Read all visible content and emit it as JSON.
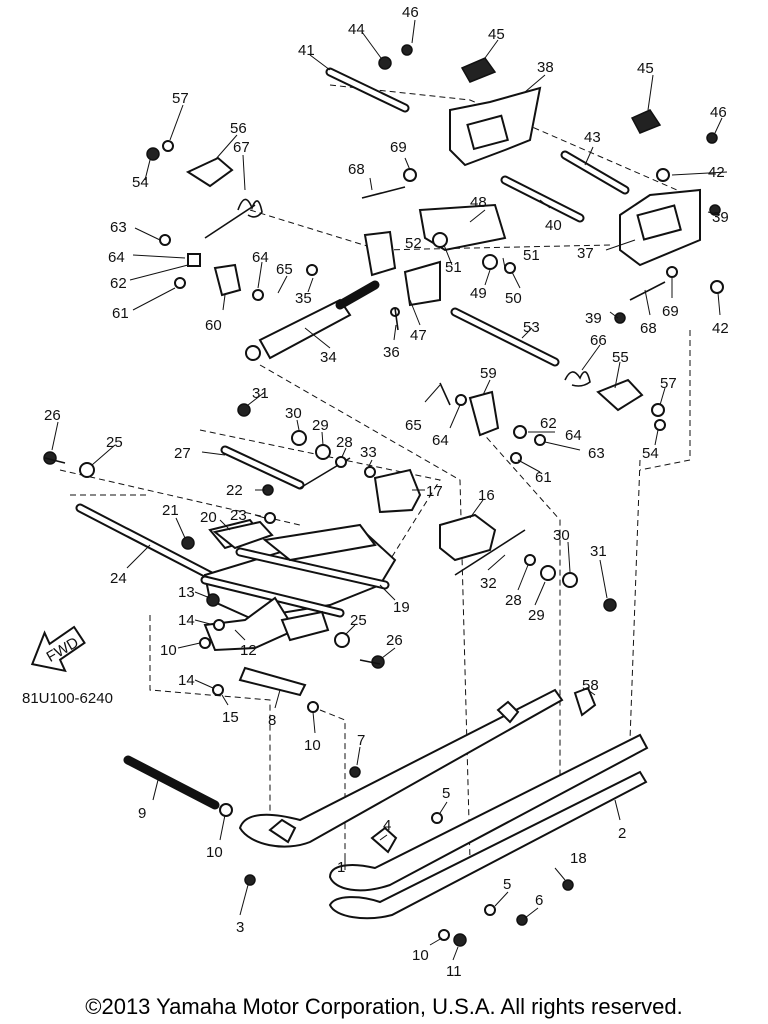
{
  "diagram": {
    "drawing_code": "81U100-6240",
    "fwd_label": "FWD",
    "callouts": [
      "1",
      "2",
      "3",
      "4",
      "5",
      "6",
      "7",
      "8",
      "9",
      "10",
      "11",
      "12",
      "13",
      "14",
      "15",
      "16",
      "17",
      "18",
      "19",
      "20",
      "21",
      "22",
      "23",
      "24",
      "25",
      "26",
      "27",
      "28",
      "29",
      "30",
      "31",
      "32",
      "33",
      "34",
      "35",
      "36",
      "37",
      "38",
      "39",
      "40",
      "41",
      "42",
      "43",
      "44",
      "45",
      "46",
      "47",
      "48",
      "49",
      "50",
      "51",
      "52",
      "53",
      "54",
      "55",
      "56",
      "57",
      "58",
      "59",
      "60",
      "61",
      "62",
      "63",
      "64",
      "65",
      "66",
      "67",
      "68",
      "69"
    ]
  },
  "footer": {
    "copyright": "©2013 Yamaha Motor Corporation, U.S.A. All rights reserved."
  }
}
